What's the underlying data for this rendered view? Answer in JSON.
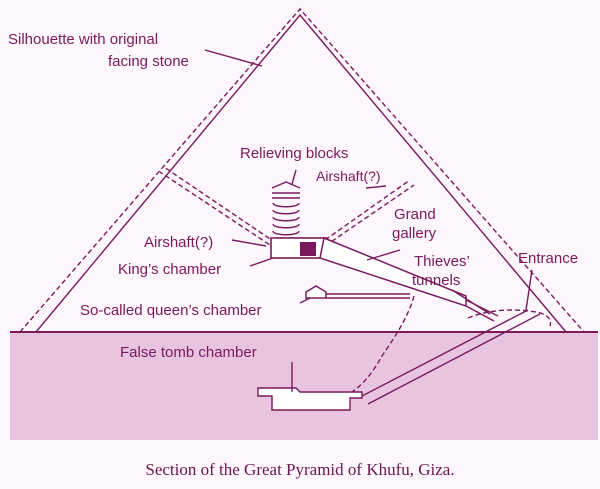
{
  "labels": {
    "silhouette_1": "Silhouette with original",
    "silhouette_2": "facing stone",
    "relieving_blocks": "Relieving blocks",
    "airshaft_right": "Airshaft(?)",
    "airshaft_left": "Airshaft(?)",
    "grand_1": "Grand",
    "grand_2": "gallery",
    "kings_chamber": "King’s chamber",
    "thieves_1": "Thieves’",
    "thieves_2": "tunnels",
    "entrance": "Entrance",
    "queens_chamber": "So-called queen’s chamber",
    "false_tomb": "False tomb chamber"
  },
  "caption": "Section of the Great Pyramid of Khufu, Giza.",
  "colors": {
    "line": "#7a1a5c",
    "ground": "#e9c4df",
    "background": "#fdf6fc"
  }
}
